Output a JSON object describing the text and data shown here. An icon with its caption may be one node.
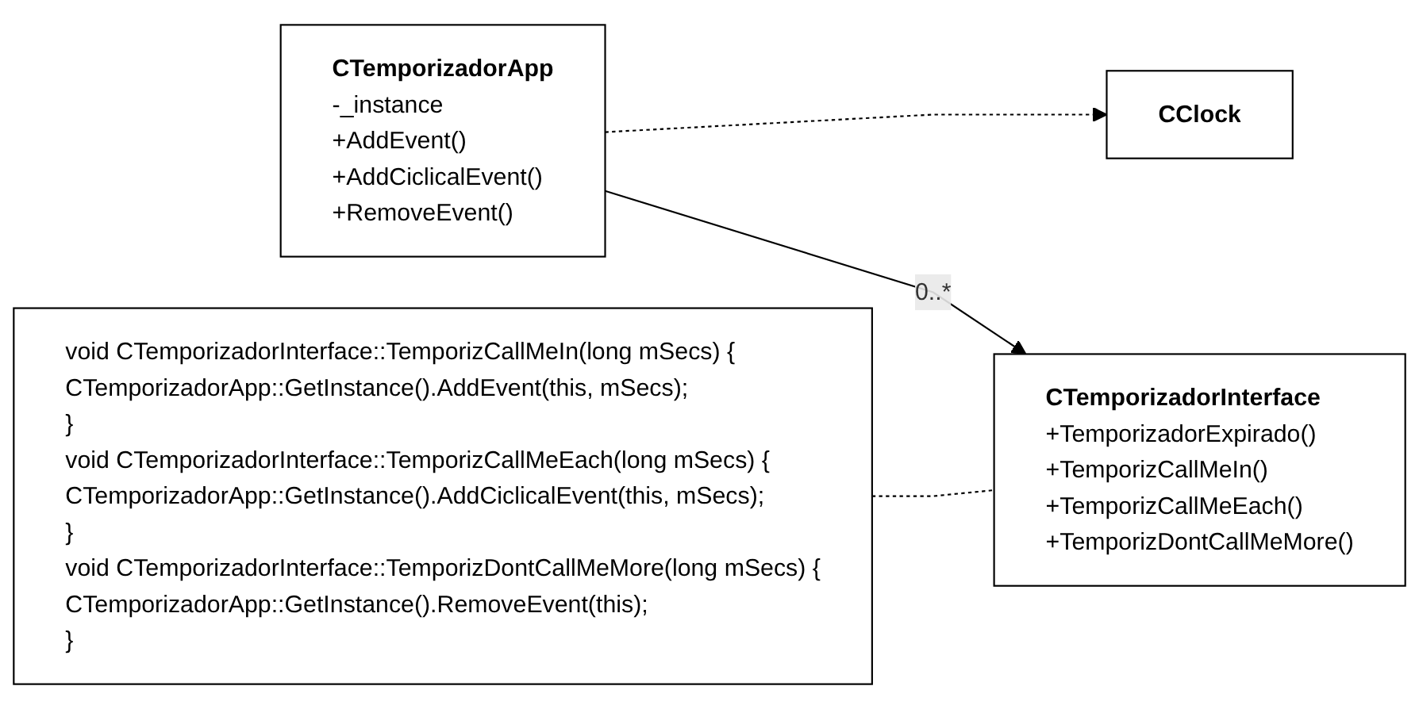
{
  "diagram": {
    "nodes": [
      {
        "text": [
          "CClock"
        ]
      },
      {
        "text": [
          "CTemporizadorApp",
          "-_instance",
          "+AddEvent()",
          "+AddCiclicalEvent()",
          "+RemoveEvent()"
        ]
      },
      {
        "text": [
          "CTemporizadorInterface",
          "+TemporizadorExpirado()",
          "+TemporizCallMeIn()",
          "+TemporizCallMeEach()",
          "+TemporizDontCallMeMore()"
        ]
      },
      {
        "text": [
          "void CTemporizadorInterface::TemporizCallMeIn(long mSecs) {",
          "CTemporizadorApp::GetInstance().AddEvent(this, mSecs);",
          "}",
          "void CTemporizadorInterface::TemporizCallMeEach(long mSecs) {",
          "CTemporizadorApp::GetInstance().AddCiclicalEvent(this, mSecs);",
          "}",
          "void CTemporizadorInterface::TemporizDontCallMeMore(long mSecs) {",
          "CTemporizadorApp::GetInstance().RemoveEvent(this);",
          "}"
        ]
      }
    ],
    "edges": [
      {
        "from": 1,
        "to": 0,
        "arrow": "to",
        "style": "dashed"
      },
      {
        "from": 1,
        "to": 2,
        "arrow": "to",
        "label": "0..*"
      },
      {
        "from": 3,
        "to": 2,
        "arrow": "none",
        "style": "dashed"
      }
    ]
  }
}
